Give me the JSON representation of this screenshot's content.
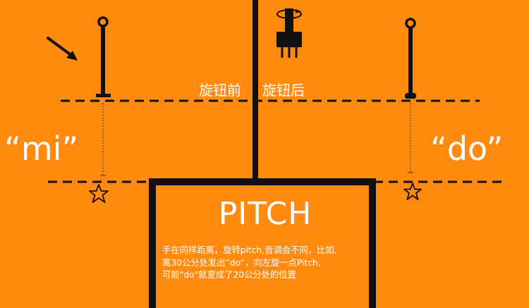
{
  "colors": {
    "background": "#FF8A0E",
    "ink": "#111111",
    "text": "#FFFFFF"
  },
  "icons": [
    "arrow-icon",
    "antenna-before",
    "antenna-after",
    "knob-icon",
    "star-icon-left",
    "star-icon-right"
  ],
  "labels": {
    "before": "旋钮前",
    "after": "旋钮后",
    "left_note": "“mi”",
    "right_note": "“do”"
  },
  "box": {
    "title": "PITCH",
    "description_lines": [
      "手在同样距离，旋转pitch,音调会不同，比如,",
      "离30公分处发出“do”，向左旋一点Pitch,",
      "可能\"do\"就变成了20公分处的位置"
    ]
  }
}
